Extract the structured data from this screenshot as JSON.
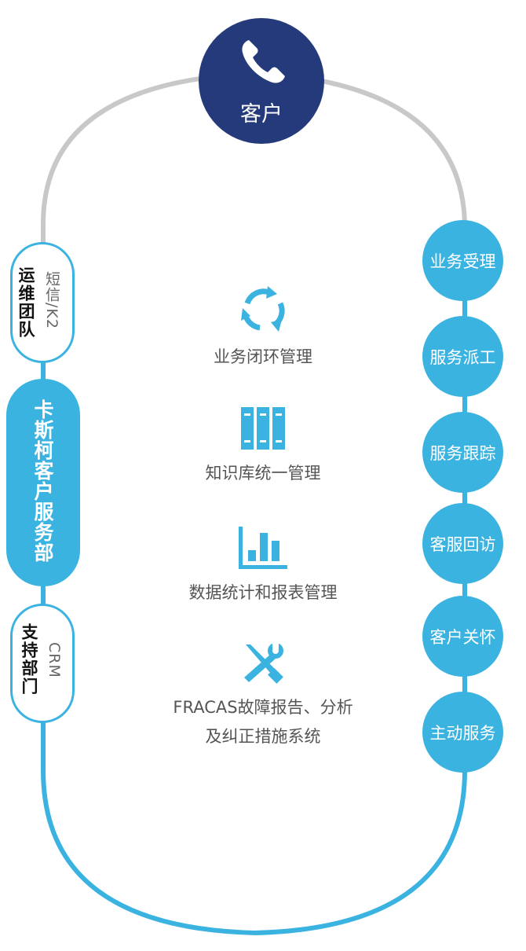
{
  "customer": {
    "label": "客户",
    "icon": "phone-icon"
  },
  "flow_steps": [
    {
      "label": "业务受理"
    },
    {
      "label": "服务派工"
    },
    {
      "label": "服务跟踪"
    },
    {
      "label": "客服回访"
    },
    {
      "label": "客户关怀"
    },
    {
      "label": "主动服务"
    }
  ],
  "left_units": {
    "ops_team": {
      "title": "运维团队",
      "subtitle": "短信/K2"
    },
    "service_dept": {
      "title": "卡斯柯客户服务部"
    },
    "support_dept": {
      "title": "支持部门",
      "subtitle": "CRM"
    }
  },
  "features": [
    {
      "icon": "cycle-arrows-icon",
      "label": "业务闭环管理"
    },
    {
      "icon": "books-icon",
      "label": "知识库统一管理"
    },
    {
      "icon": "bar-chart-icon",
      "label": "数据统计和报表管理"
    },
    {
      "icon": "tools-icon",
      "label_line1": "FRACAS故障报告、分析",
      "label_line2": "及纠正措施系统"
    }
  ],
  "colors": {
    "navy": "#253a7a",
    "blue": "#3bb3e1",
    "grey": "#c8c8c8"
  }
}
